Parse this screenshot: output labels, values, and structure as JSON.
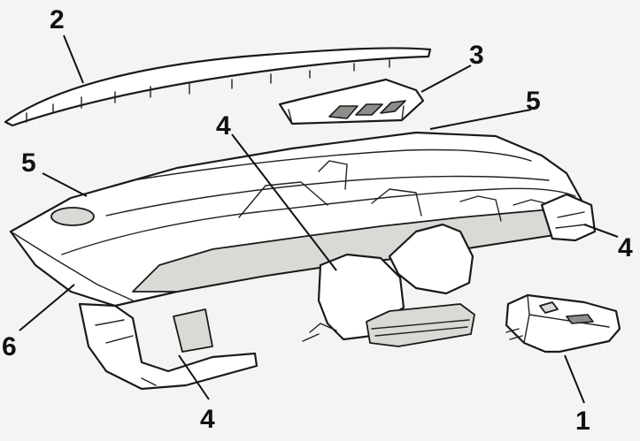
{
  "callouts": {
    "c1": "1",
    "c2": "2",
    "c3": "3",
    "c4_top": "4",
    "c4_right": "4",
    "c4_bottom": "4",
    "c5_left": "5",
    "c5_right": "5",
    "c6": "6"
  }
}
